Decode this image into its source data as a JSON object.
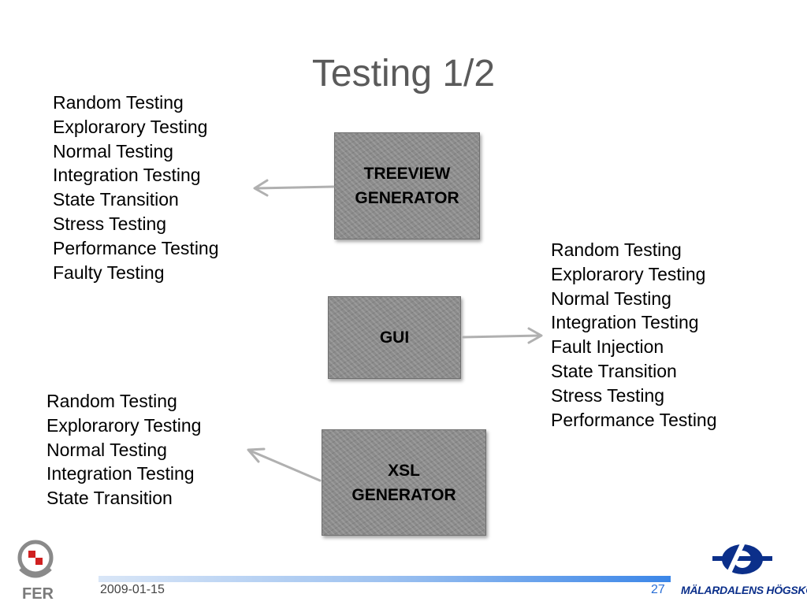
{
  "title": "Testing 1/2",
  "boxes": {
    "treeview": {
      "line1": "TREEVIEW",
      "line2": "GENERATOR"
    },
    "gui": {
      "label": "GUI"
    },
    "xsl": {
      "line1": "XSL",
      "line2": "GENERATOR"
    }
  },
  "lists": {
    "treeview": [
      "Random Testing",
      "Explorarory Testing",
      "Normal Testing",
      "Integration Testing",
      "State Transition",
      "Stress Testing",
      "Performance Testing",
      "Faulty Testing"
    ],
    "gui": [
      "Random Testing",
      "Explorarory Testing",
      "Normal Testing",
      "Integration Testing",
      "Fault Injection",
      "State Transition",
      "Stress Testing",
      "Performance Testing"
    ],
    "xsl": [
      "Random Testing",
      "Explorarory Testing",
      "Normal Testing",
      "Integration Testing",
      "State Transition"
    ]
  },
  "footer": {
    "date": "2009-01-15",
    "page": "27",
    "logo_left_text": "FER",
    "logo_right_text": "MÄLARDALENS HÖGSKOLA"
  },
  "colors": {
    "title": "#5a5a5a",
    "arrow": "#b0b0b0",
    "box": "#8c8c8c",
    "page_number": "#2a6fd6",
    "logo_blue": "#0b2f8a"
  }
}
